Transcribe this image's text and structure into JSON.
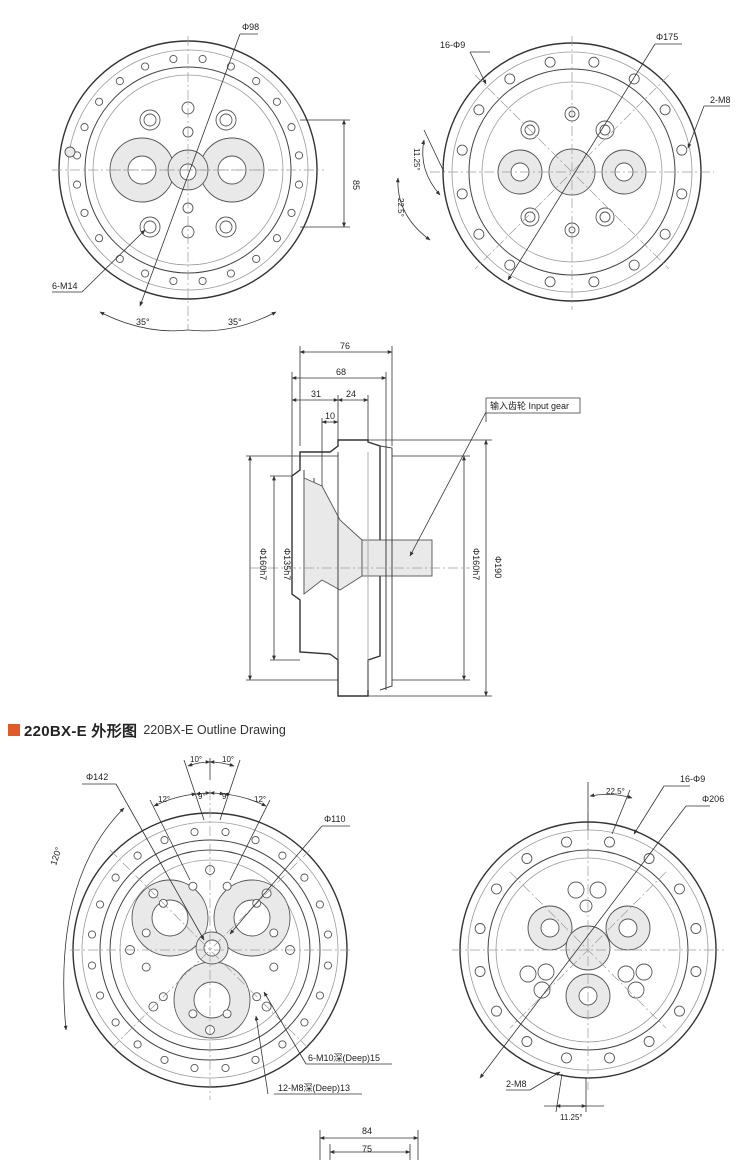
{
  "colors": {
    "section_marker": "#e15a2a",
    "line": "#444444",
    "fill": "#e9e9e9"
  },
  "section": {
    "title": "220BX-E 外形图",
    "subtitle": "220BX-E Outline Drawing"
  },
  "top_front": {
    "d98": "Φ98",
    "d85": "85",
    "m14": "6-M14",
    "a35_left": "35°",
    "a35_right": "35°"
  },
  "top_rear": {
    "holes": "16-Φ9",
    "d175": "Φ175",
    "m8": "2-M8",
    "a1125": "11.25°",
    "a225": "22.5°"
  },
  "side": {
    "d76": "76",
    "d68": "68",
    "d31": "31",
    "d24": "24",
    "d10": "10",
    "input_gear": "输入齿轮 Input gear",
    "d160_left": "Φ160h7",
    "d135": "Φ135h7",
    "d160_right": "Φ160h7",
    "d190": "Φ190"
  },
  "bottom_front": {
    "d142": "Φ142",
    "a120": "120°",
    "a10_left": "10°",
    "a10_right": "10°",
    "a12_left": "12°",
    "a9_left": "9°",
    "a9_right": "9°",
    "a12_right": "12°",
    "d110": "Φ110",
    "m10": "6-M10深(Deep)15",
    "m8": "12-M8深(Deep)13"
  },
  "bottom_rear": {
    "a225": "22.5°",
    "holes": "16-Φ9",
    "d206": "Φ206",
    "m8": "2-M8",
    "a1125": "11.25°"
  },
  "bottom_side": {
    "d84": "84",
    "d75": "75"
  }
}
